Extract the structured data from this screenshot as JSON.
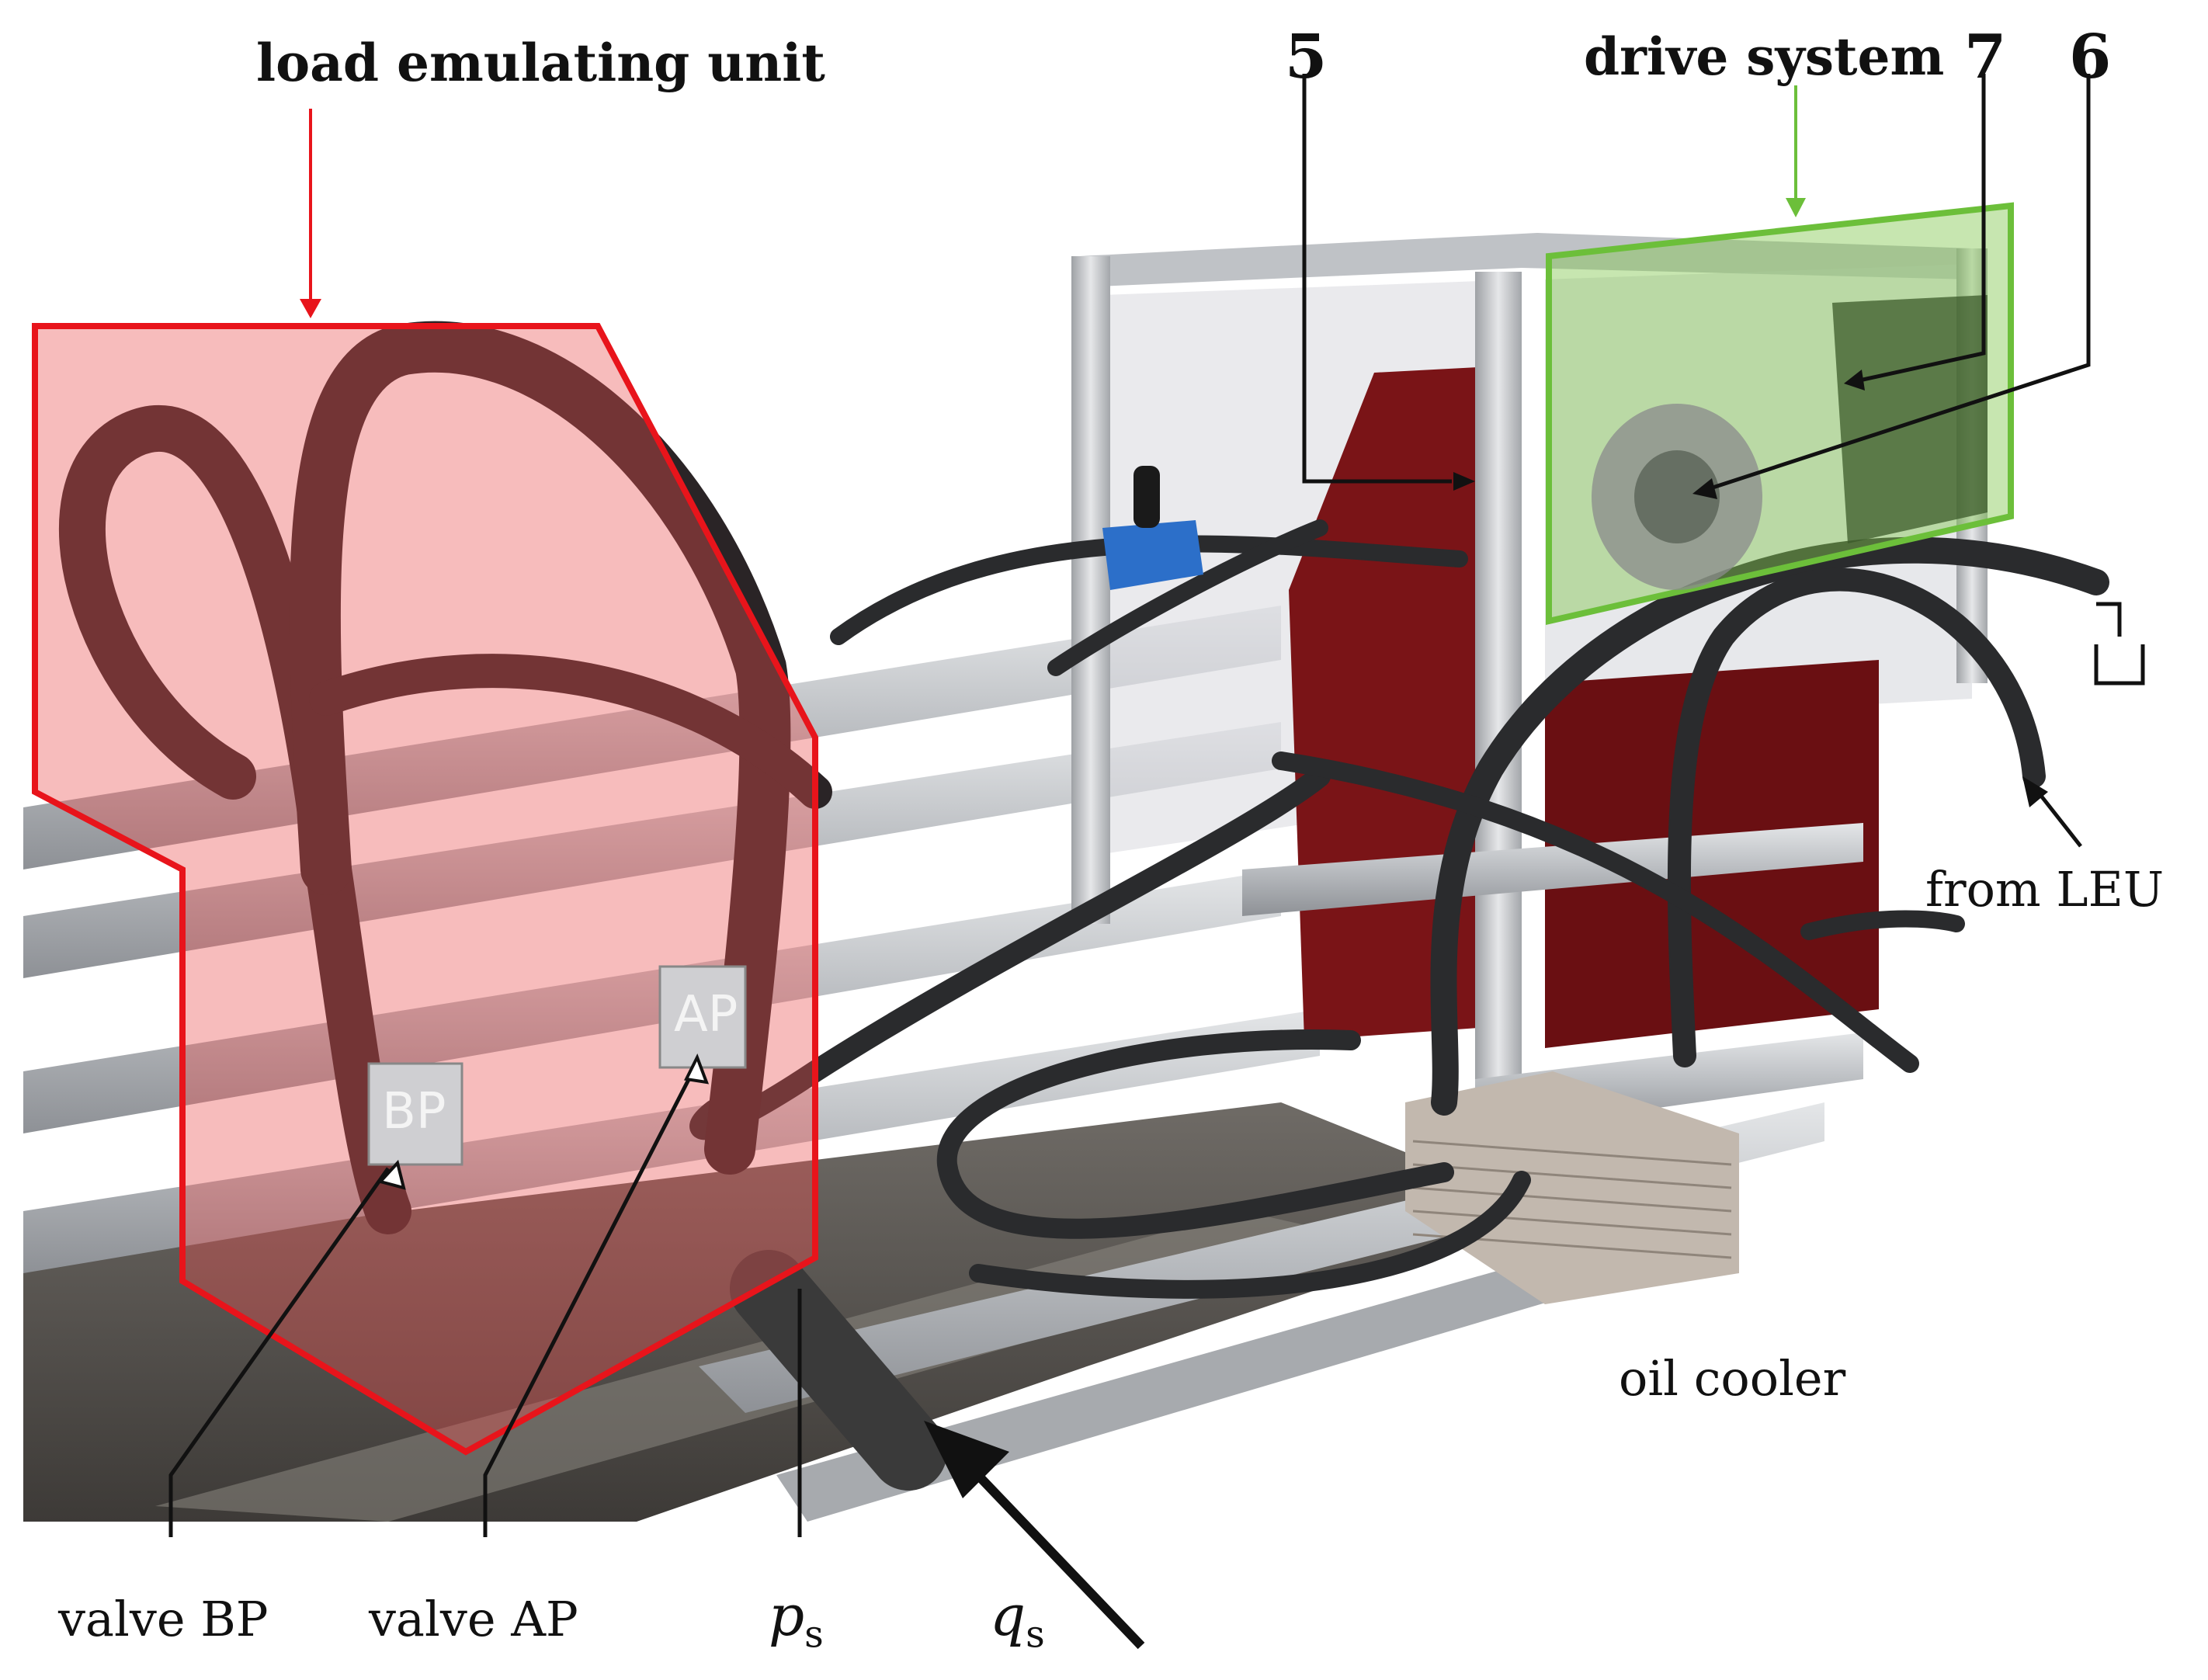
{
  "labels": {
    "load_emulating_unit": "load emulating unit",
    "drive_system": "drive system",
    "num_5": "5",
    "num_7": "7",
    "num_6": "6",
    "from_leu": "from LEU",
    "oil_cooler": "oil cooler",
    "valve_bp": "valve BP",
    "valve_ap": "valve AP",
    "ps_symbol": "p",
    "ps_sub": "s",
    "qs_symbol": "q",
    "qs_sub": "s"
  },
  "valve_stencils": {
    "bp": "BP",
    "ap": "AP"
  },
  "colors": {
    "leu_outline": "#e8141b",
    "leu_fill": "rgba(235,80,80,0.38)",
    "drive_outline": "#6cbf3a",
    "drive_fill": "rgba(130,200,80,0.45)",
    "arrow": "#111111",
    "frame_aluminium": "#c9ccd0",
    "hose": "#2a2b2d",
    "motor_red": "#7a1417"
  }
}
